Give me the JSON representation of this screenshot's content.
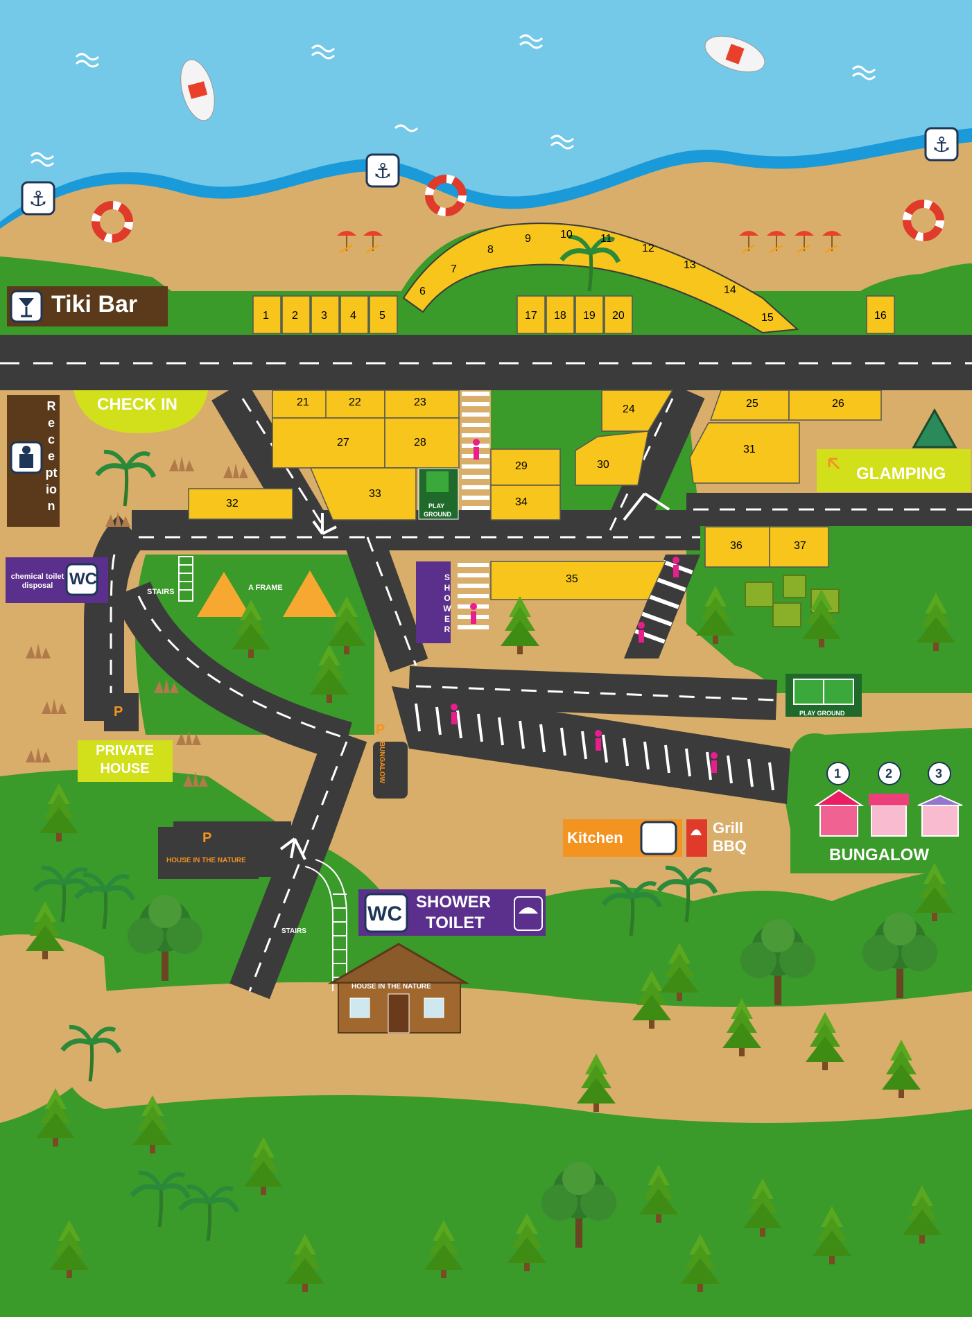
{
  "signs": {
    "tiki_bar": "Tiki Bar",
    "check_in": "CHECK IN",
    "reception": "Reception",
    "glamping": "GLAMPING",
    "chemical_toilet": "chemical toilet disposal",
    "wc": "WC",
    "stairs": "STAIRS",
    "a_frame": "A FRAME",
    "play_ground": "PLAY GROUND",
    "play_ground_upper": "PLAY",
    "play_ground_lower": "GROUND",
    "shower": "SHOWER",
    "private_house_line1": "PRIVATE",
    "private_house_line2": "HOUSE",
    "parking": "P",
    "bungalow_vertical": "BUNGALOW",
    "house_in_the_nature": "HOUSE IN THE NATURE",
    "shower_toilet_line1": "SHOWER",
    "shower_toilet_line2": "TOILET",
    "kitchen": "Kitchen",
    "grill": "Grill",
    "bbq": "BBQ",
    "bungalow": "BUNGALOW"
  },
  "bungalow_numbers": [
    "1",
    "2",
    "3"
  ],
  "plots": [
    "1",
    "2",
    "3",
    "4",
    "5",
    "6",
    "7",
    "8",
    "9",
    "10",
    "11",
    "12",
    "13",
    "14",
    "15",
    "16",
    "17",
    "18",
    "19",
    "20",
    "21",
    "22",
    "23",
    "24",
    "25",
    "26",
    "27",
    "28",
    "29",
    "30",
    "31",
    "32",
    "33",
    "34",
    "35",
    "36",
    "37"
  ],
  "colors": {
    "sea": "#74c8e8",
    "sand": "#d9ae6b",
    "grass": "#3a9a2a",
    "road": "#3b3b3b",
    "plot": "#f7c51b",
    "purple": "#5b2f8c",
    "brown": "#5a3a1a",
    "lime": "#d2e01b",
    "orange": "#f39320"
  }
}
